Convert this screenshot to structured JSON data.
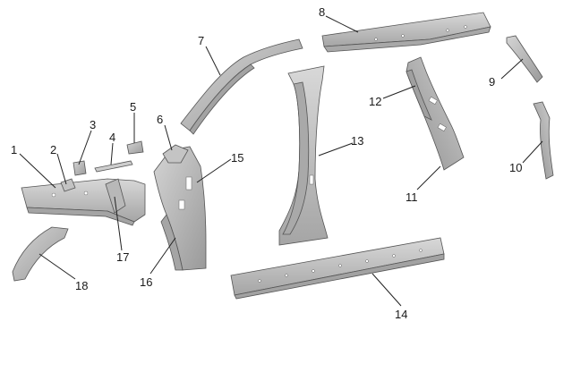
{
  "callouts": [
    "1",
    "2",
    "3",
    "4",
    "5",
    "6",
    "7",
    "8",
    "9",
    "10",
    "11",
    "12",
    "13",
    "14",
    "15",
    "16",
    "17",
    "18"
  ],
  "colors": {
    "part_fill": "#bdbdbd",
    "part_shade": "#9e9e9e",
    "part_light": "#d6d6d6",
    "line": "#222222"
  }
}
